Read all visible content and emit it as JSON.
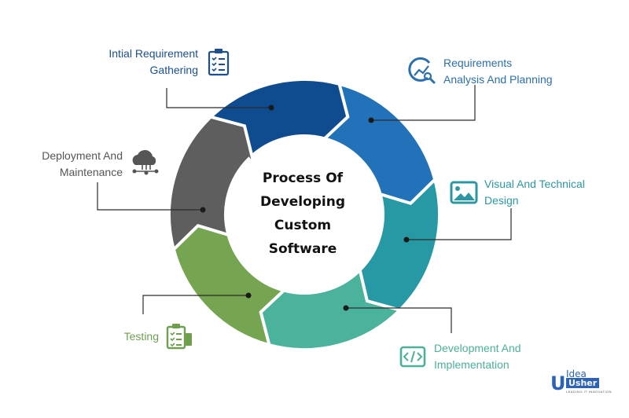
{
  "center": {
    "lines": [
      "Process Of",
      "Developing",
      "Custom",
      "Software"
    ]
  },
  "stages": [
    {
      "lines": [
        "Intial Requirement",
        "Gathering"
      ],
      "color": "#1b4f8f",
      "icon": "clipboard-checklist-icon"
    },
    {
      "lines": [
        "Requirements",
        "Analysis And Planning"
      ],
      "color": "#2b6fae",
      "icon": "analysis-magnifier-icon"
    },
    {
      "lines": [
        "Visual And Technical",
        "Design"
      ],
      "color": "#2c97a2",
      "icon": "image-icon"
    },
    {
      "lines": [
        "Development And",
        "Implementation"
      ],
      "color": "#4bb098",
      "icon": "code-icon"
    },
    {
      "lines": [
        "Testing"
      ],
      "color": "#6e9f4e",
      "icon": "test-checklist-icon"
    },
    {
      "lines": [
        "Deployment And",
        "Maintenance"
      ],
      "color": "#555555",
      "icon": "cloud-network-icon"
    }
  ],
  "colors": {
    "segment_gathering": "#0f4c8f",
    "segment_analysis": "#2272b9",
    "segment_design": "#2799a5",
    "segment_development": "#4bb39c",
    "segment_testing": "#75a551",
    "segment_deployment": "#5e5e5e",
    "logo": "#2c63b8"
  },
  "logo": {
    "top_word": "Idea",
    "bottom_word": "Usher",
    "tagline": "LEADING IT INNOVATION"
  }
}
